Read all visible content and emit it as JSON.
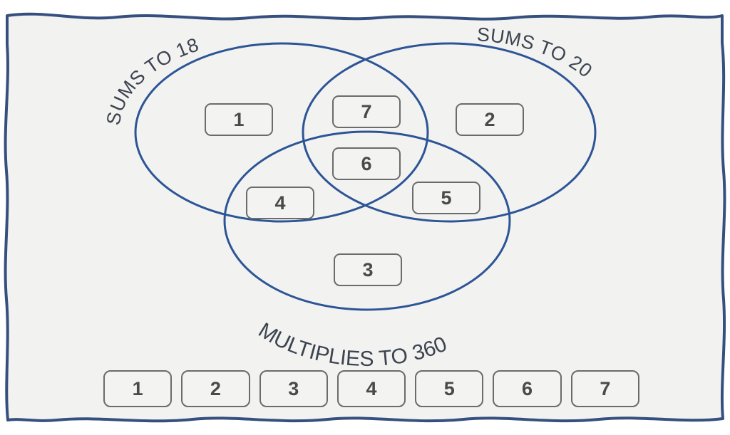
{
  "page": {
    "background_color": "#f2f2f1",
    "frame_color": "#35507e",
    "ellipse_color": "#2d5596",
    "tile_border_color": "#6b6b6b",
    "tile_fill_color": "#f3f3f2",
    "text_color": "#4a4a4a"
  },
  "venn": {
    "sets": [
      {
        "id": "left",
        "label": "SUMS TO 18"
      },
      {
        "id": "right",
        "label": "SUMS TO 20"
      },
      {
        "id": "bottom",
        "label": "MULTIPLIES TO 360"
      }
    ],
    "placed_tiles": [
      {
        "value": "1",
        "region": "left-only"
      },
      {
        "value": "7",
        "region": "left-and-right"
      },
      {
        "value": "2",
        "region": "right-only"
      },
      {
        "value": "6",
        "region": "all-three"
      },
      {
        "value": "4",
        "region": "left-and-bottom"
      },
      {
        "value": "5",
        "region": "right-and-bottom"
      },
      {
        "value": "3",
        "region": "bottom-only"
      }
    ]
  },
  "tray": {
    "tiles": [
      "1",
      "2",
      "3",
      "4",
      "5",
      "6",
      "7"
    ]
  }
}
